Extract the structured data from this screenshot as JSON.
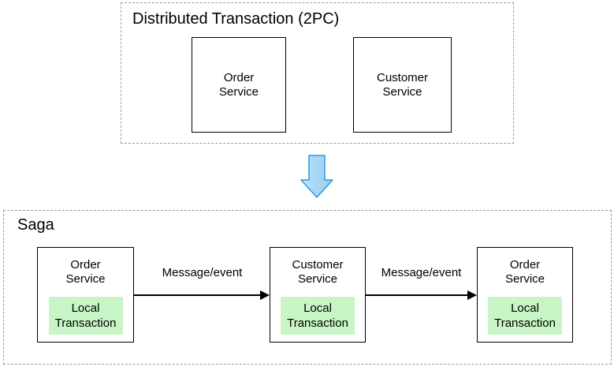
{
  "colors": {
    "background": "#ffffff",
    "box_border": "#000000",
    "dashed_border": "#999999",
    "local_transaction_fill": "#c8f5c5",
    "down_arrow_fill": "#a9d8f5",
    "down_arrow_fill_light": "#c9e9fb",
    "down_arrow_stroke": "#2e9ad8",
    "message_arrow_color": "#000000"
  },
  "twopc": {
    "title": "Distributed Transaction (2PC)",
    "services": [
      {
        "label": "Order Service"
      },
      {
        "label": "Customer Service"
      }
    ]
  },
  "transform_arrow": {
    "icon": "down-arrow"
  },
  "saga": {
    "title": "Saga",
    "nodes": [
      {
        "service": "Order Service",
        "local": "Local Transaction"
      },
      {
        "service": "Customer Service",
        "local": "Local Transaction"
      },
      {
        "service": "Order Service",
        "local": "Local Transaction"
      }
    ],
    "arrows": [
      {
        "label": "Message/event"
      },
      {
        "label": "Message/event"
      }
    ]
  }
}
